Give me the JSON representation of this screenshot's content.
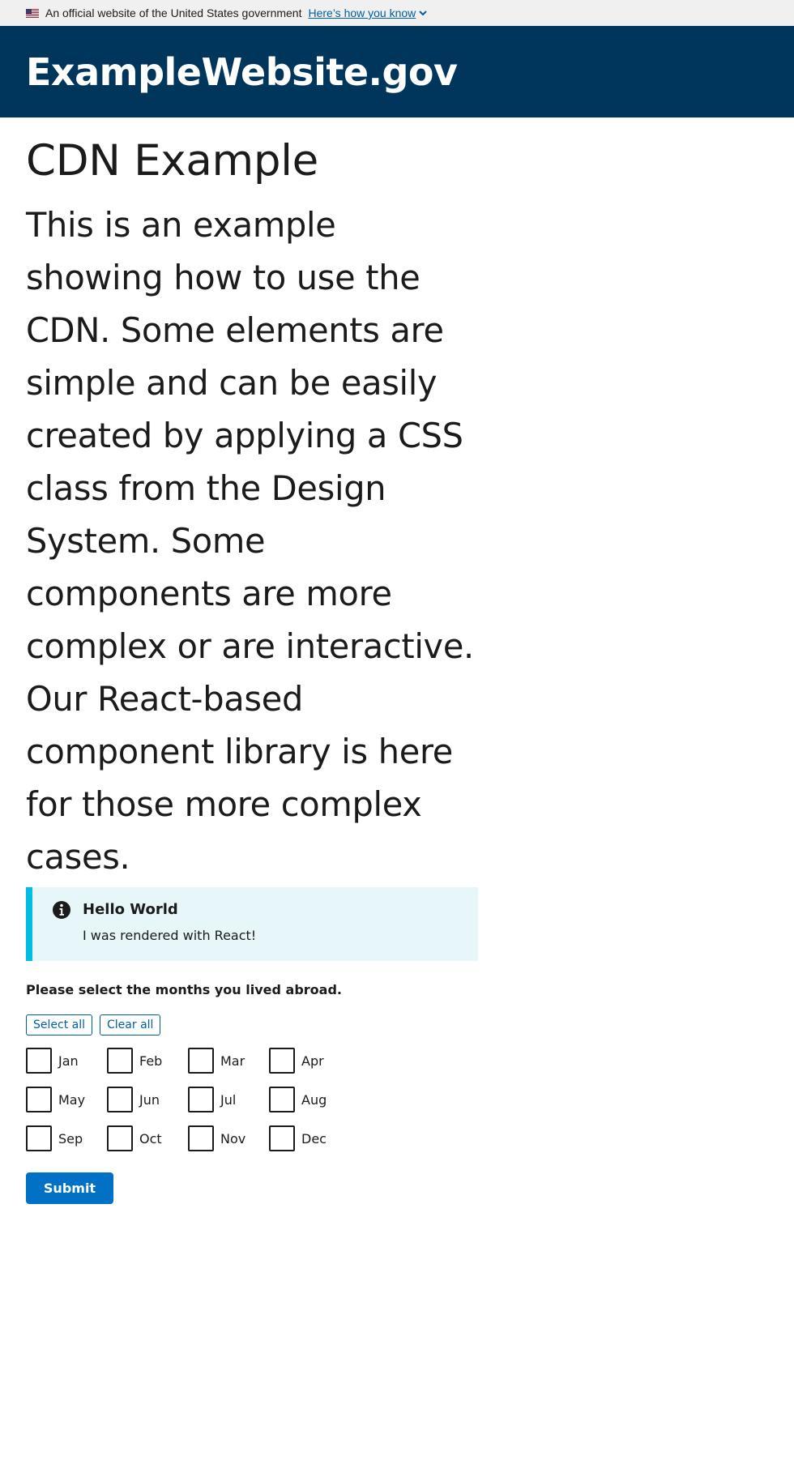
{
  "banner": {
    "text": "An official website of the United States government",
    "link_text": "Here’s how you know",
    "flag_icon": "us-flag-icon",
    "chevron_icon": "chevron-down-icon"
  },
  "header": {
    "title": "ExampleWebsite.gov",
    "background": "#00365c"
  },
  "main": {
    "title": "CDN Example",
    "intro": "This is an example showing how to use the CDN. Some elements are simple and can be easily created by applying a CSS class from the Design System. Some components are more complex or are interactive. Our React-based component library is here for those more complex cases."
  },
  "alert": {
    "icon": "info-icon",
    "heading": "Hello World",
    "text": "I was rendered with React!",
    "accent": "#00bde3",
    "background": "#e7f6f8"
  },
  "form": {
    "legend": "Please select the months you lived abroad.",
    "select_all_label": "Select all",
    "clear_all_label": "Clear all",
    "months": [
      "Jan",
      "Feb",
      "Mar",
      "Apr",
      "May",
      "Jun",
      "Jul",
      "Aug",
      "Sep",
      "Oct",
      "Nov",
      "Dec"
    ],
    "submit_label": "Submit",
    "primary_color": "#0071c5"
  }
}
